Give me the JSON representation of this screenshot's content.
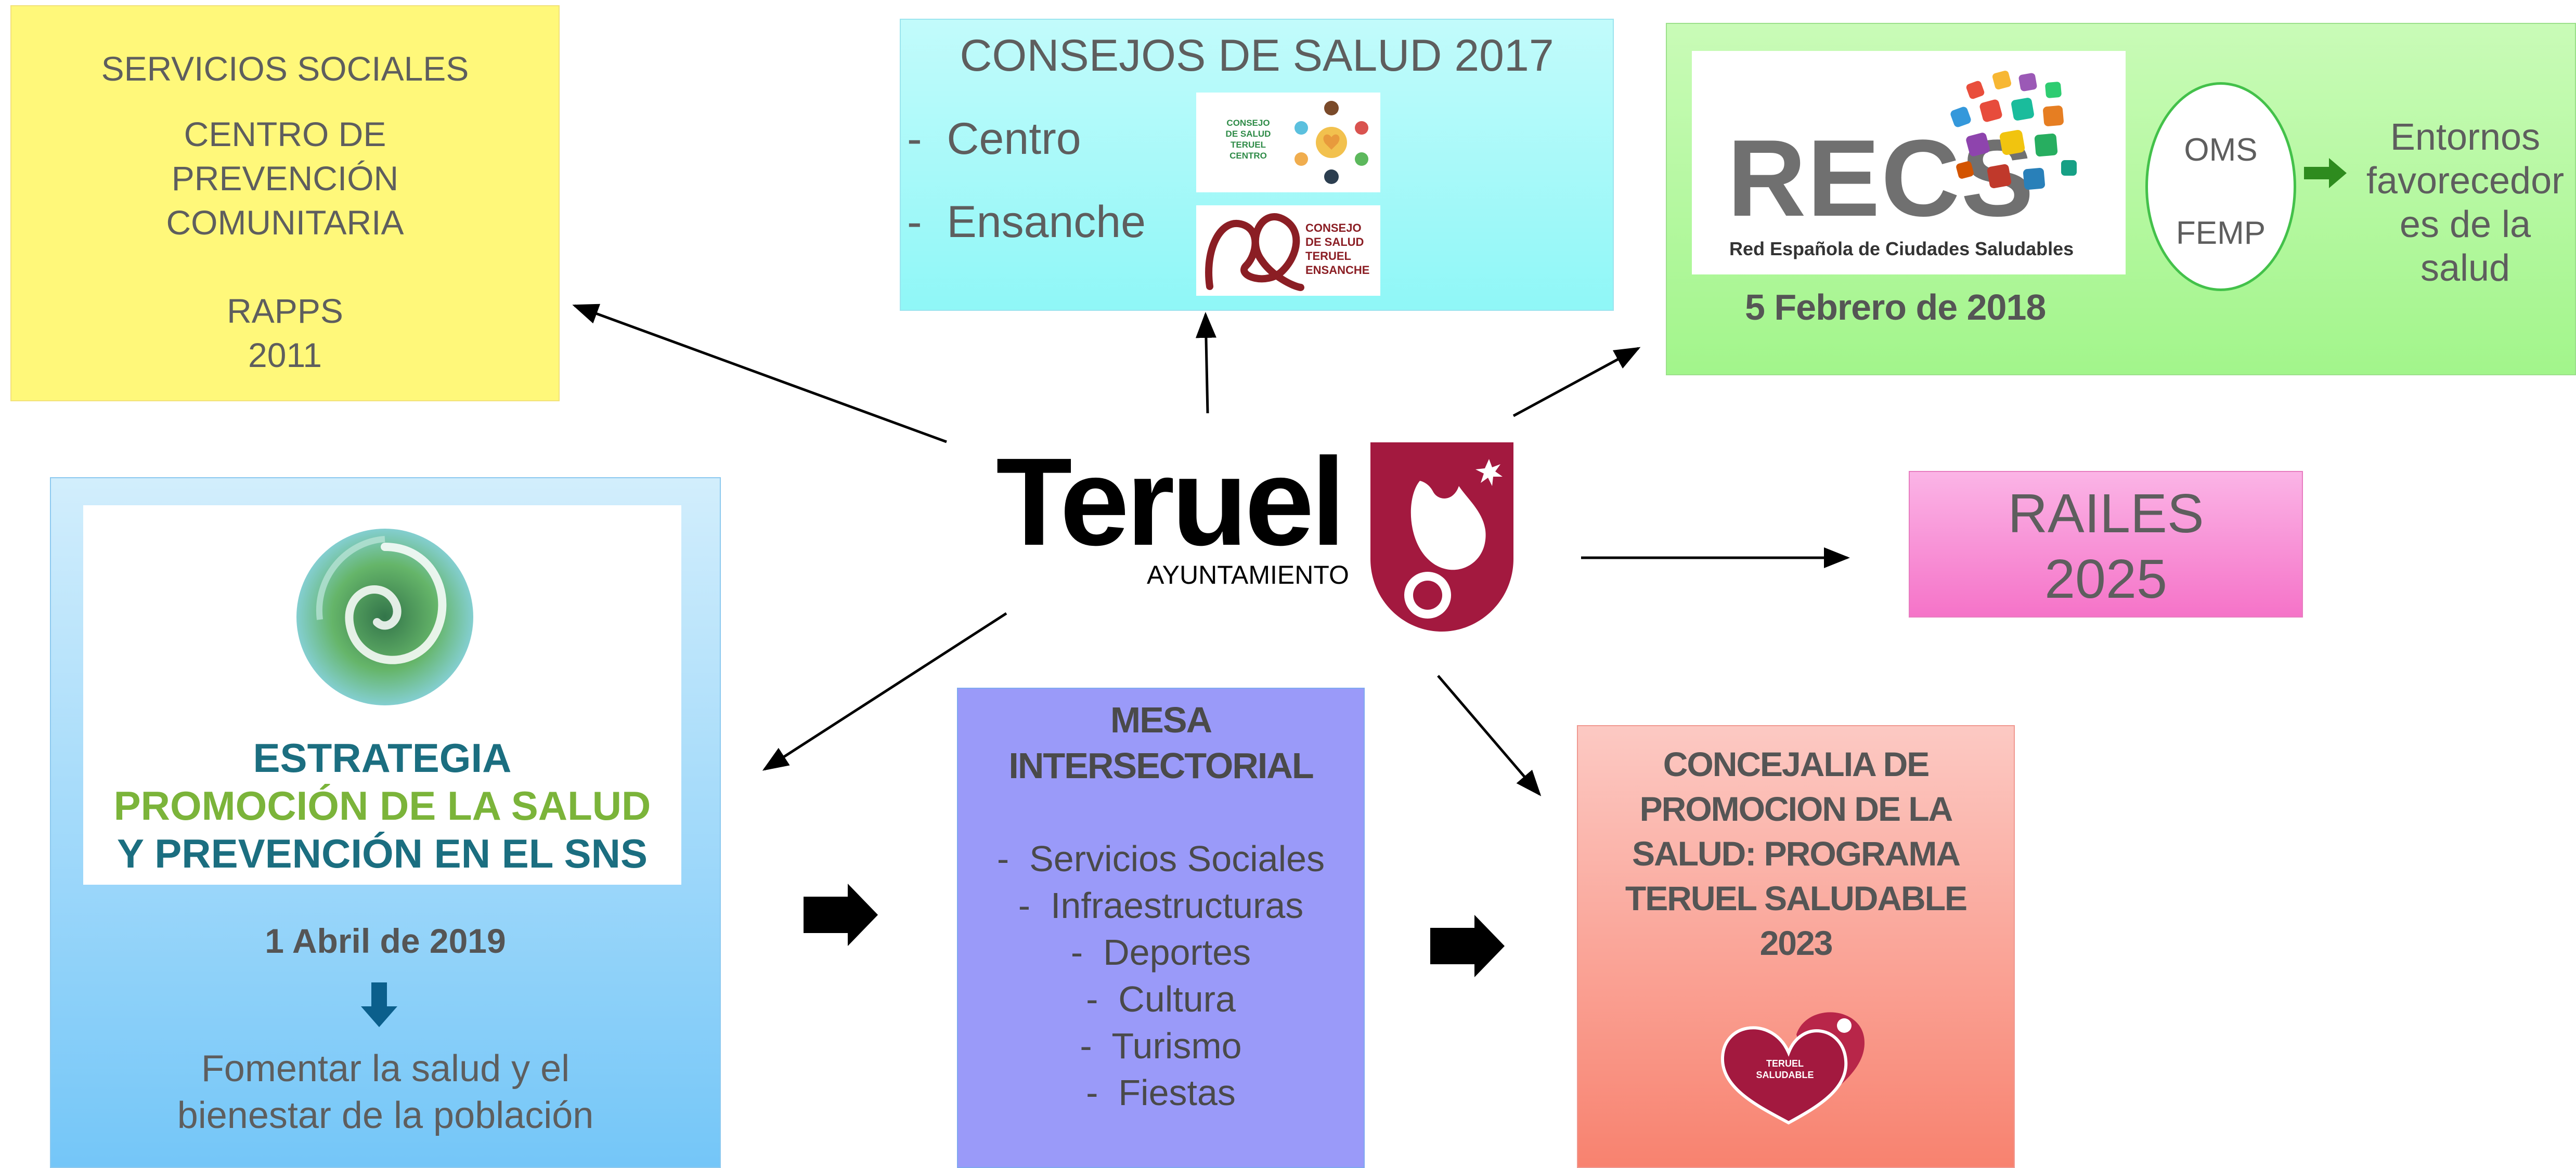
{
  "servicios": {
    "title": "SERVICIOS SOCIALES",
    "line1": "CENTRO DE",
    "line2": "PREVENCIÓN",
    "line3": "COMUNITARIA",
    "rapps": "RAPPS",
    "year": "2011"
  },
  "consejos": {
    "title": "CONSEJOS DE SALUD 2017",
    "items": [
      "-  Centro",
      "-  Ensanche"
    ],
    "logo_centro": [
      "CONSEJO",
      "DE SALUD",
      "TERUEL",
      "CENTRO"
    ],
    "logo_ensanche": [
      "CONSEJO",
      "DE SALUD",
      "TERUEL",
      "ENSANCHE"
    ]
  },
  "recs": {
    "logo_word": "RECS",
    "logo_sub": "Red Española de Ciudades Saludables",
    "date": "5 Febrero de 2018",
    "oval_top": "OMS",
    "oval_bottom": "FEMP",
    "right_text": [
      "Entornos",
      "favorecedor",
      "es de la",
      "salud"
    ]
  },
  "center_logo": {
    "word": "Teruel",
    "sub": "AYUNTAMIENTO"
  },
  "railes": {
    "line1": "RAILES",
    "line2": "2025"
  },
  "estrategia": {
    "logo_line1": "ESTRATEGIA",
    "logo_line2": "PROMOCIÓN DE LA SALUD",
    "logo_line3": "Y PREVENCIÓN EN EL SNS",
    "date": "1 Abril de 2019",
    "desc1": "Fomentar la salud y el",
    "desc2": "bienestar de la población"
  },
  "mesa": {
    "title1": "MESA",
    "title2": "INTERSECTORIAL",
    "items": [
      "-  Servicios Sociales",
      "-  Infraestructuras",
      "-  Deportes",
      "-  Cultura",
      "-  Turismo",
      "-  Fiestas"
    ]
  },
  "concejalia": {
    "lines": [
      "CONCEJALIA DE",
      "PROMOCION DE LA",
      "SALUD: PROGRAMA",
      "TERUEL SALUDABLE",
      "2023"
    ],
    "logo_text": [
      "TERUEL",
      "SALUDABLE"
    ]
  },
  "colors": {
    "brand_red": "#a3193f",
    "yellow_box": "#fff36b",
    "cyan_box": "#8ff7f7",
    "green_box": "#a4f58f",
    "pink_box": "#f37ac9",
    "blue_box": "#7ec9f7",
    "purple_box": "#9a9af9",
    "salmon_box": "#f9867a"
  }
}
